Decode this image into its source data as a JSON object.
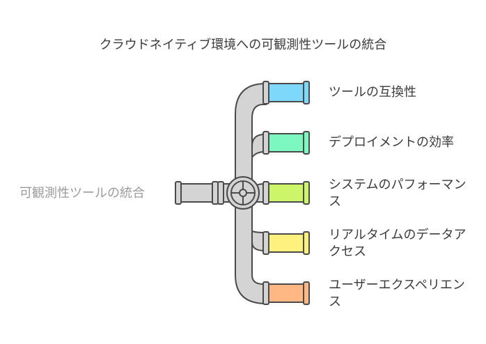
{
  "title": "クラウドネイティブ環境への可観測性ツールの統合",
  "input": {
    "label": "可観測性ツールの統合",
    "color": "#d4d4d4"
  },
  "outputs": [
    {
      "label": "ツールの互換性",
      "color": "#7dd8fb"
    },
    {
      "label": "デプロイメントの効率",
      "color": "#7df7c0"
    },
    {
      "label": "システムのパフォーマンス",
      "color": "#ccf569"
    },
    {
      "label": "リアルタイムのデータアクセス",
      "color": "#fef17e"
    },
    {
      "label": "ユーザーエクスペリエンス",
      "color": "#ffb884"
    }
  ],
  "colors": {
    "pipe": "#d4d4d4",
    "stroke": "#4a4a4a"
  }
}
